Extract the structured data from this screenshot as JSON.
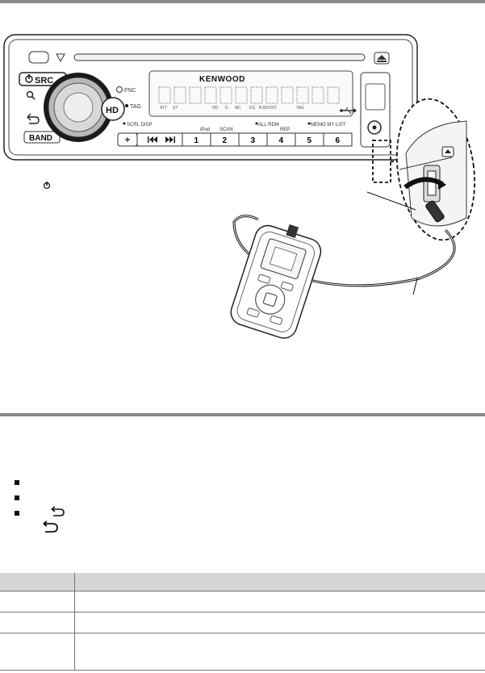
{
  "device": {
    "brand": "KENWOOD",
    "buttons": {
      "src": "SRC",
      "band": "BAND",
      "hd": "HD",
      "fnc": "FNC",
      "tag": "TAG",
      "scrl_disp": "SCRL\nDISP",
      "ipod": "iPod",
      "scan": "SCAN",
      "all_rdm": "ALL\nRDM",
      "rep": "REP",
      "memo_mylist": "MEMO\nMY LIST"
    },
    "preset_numbers": [
      "1",
      "2",
      "3",
      "4",
      "5",
      "6"
    ],
    "display_indicators": [
      "ATT",
      "ST",
      "HD",
      "D",
      "MC",
      "EQ",
      "B.BOOST",
      "TAG"
    ]
  },
  "icons": {
    "power": "power-icon",
    "back": "back-arrow-icon",
    "usb": "usb-icon",
    "search": "search-icon"
  },
  "colors": {
    "rule": "#8a8a8a",
    "table_header": "#d6d6d6"
  },
  "table": {
    "headers": [
      "",
      ""
    ],
    "rows": [
      [
        "",
        ""
      ],
      [
        "",
        ""
      ],
      [
        "",
        ""
      ]
    ]
  }
}
